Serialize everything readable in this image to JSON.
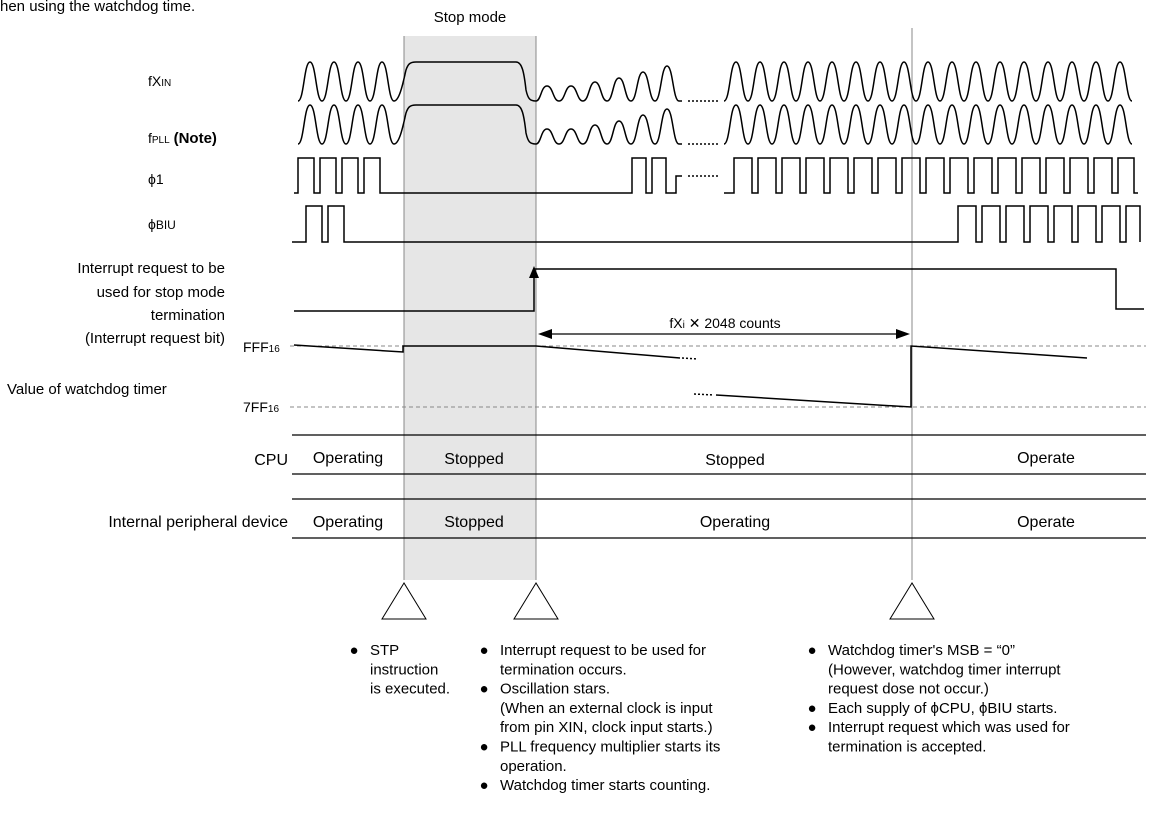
{
  "heading": "hen using the watchdog time.",
  "stop_mode_label": "Stop mode",
  "signals": {
    "fxin": {
      "main": "fX",
      "sub": "IN"
    },
    "fpll": {
      "main": "f",
      "sub": "PLL",
      "note": "(Note)"
    },
    "phi1": {
      "symbol": "ϕ",
      "rest": "1"
    },
    "phibiu": {
      "symbol": "ϕ",
      "rest": "BIU"
    }
  },
  "interrupt_label": [
    "Interrupt request to be",
    "used for stop mode",
    "termination",
    "(Interrupt request bit)"
  ],
  "watchdog_label": "Value of watchdog timer",
  "watchdog_levels": {
    "high": {
      "main": "FFF",
      "sub": "16"
    },
    "low": {
      "main": "7FF",
      "sub": "16"
    }
  },
  "count_annotation": {
    "pre": "fX",
    "sub": "i",
    "times": "✕",
    "post": "2048 counts"
  },
  "rows": {
    "cpu": {
      "label": "CPU",
      "states": [
        "Operating",
        "Stopped",
        "Stopped",
        "Operate"
      ]
    },
    "peripheral": {
      "label": "Internal peripheral device",
      "states": [
        "Operating",
        "Stopped",
        "Operating",
        "Operate"
      ]
    }
  },
  "bullet_symbol": "●",
  "notes": {
    "col1": [
      {
        "bullet": true,
        "text": "STP"
      },
      {
        "bullet": false,
        "text": "instruction"
      },
      {
        "bullet": false,
        "text": "is executed."
      }
    ],
    "col2": [
      {
        "bullet": true,
        "text": "Interrupt request to be used for"
      },
      {
        "bullet": false,
        "text": "termination occurs."
      },
      {
        "bullet": true,
        "text": "Oscillation stars."
      },
      {
        "bullet": false,
        "text": "(When an external clock is input"
      },
      {
        "bullet": false,
        "text": "from pin XIN, clock input starts.)"
      },
      {
        "bullet": true,
        "text": "PLL frequency multiplier starts its"
      },
      {
        "bullet": false,
        "text": "operation."
      },
      {
        "bullet": true,
        "text": "Watchdog timer starts counting."
      }
    ],
    "col3": [
      {
        "bullet": true,
        "text": "Watchdog timer's MSB = “0”"
      },
      {
        "bullet": false,
        "text": "(However, watchdog timer interrupt"
      },
      {
        "bullet": false,
        "text": "request dose not occur.)"
      },
      {
        "bullet": true,
        "text": "Each supply of ϕCPU, ϕBIU starts."
      },
      {
        "bullet": true,
        "text": "Interrupt request which was used for"
      },
      {
        "bullet": false,
        "text": "termination is accepted."
      }
    ]
  }
}
